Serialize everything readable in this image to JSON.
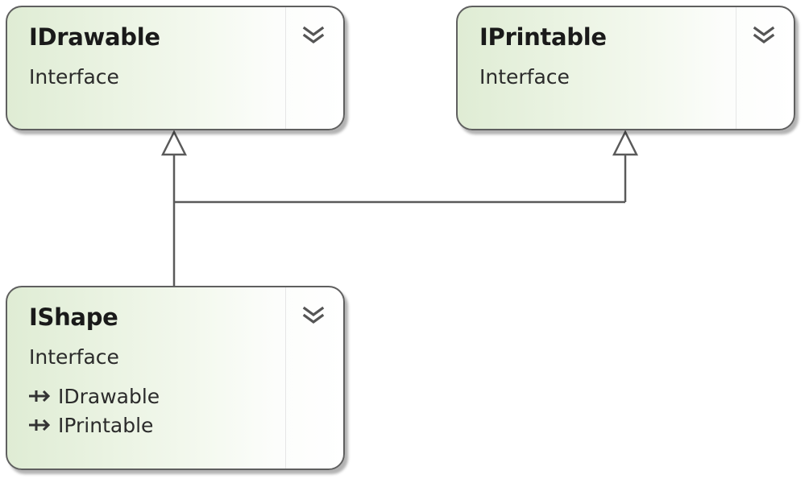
{
  "diagram": {
    "boxes": {
      "idrawable": {
        "title": "IDrawable",
        "stereotype": "Interface",
        "icon": "double-chevron-down-icon"
      },
      "iprintable": {
        "title": "IPrintable",
        "stereotype": "Interface",
        "icon": "double-chevron-down-icon"
      },
      "ishape": {
        "title": "IShape",
        "stereotype": "Interface",
        "icon": "double-chevron-down-icon",
        "implements": [
          {
            "label": "IDrawable",
            "icon": "interface-arrow-icon"
          },
          {
            "label": "IPrintable",
            "icon": "interface-arrow-icon"
          }
        ]
      }
    },
    "relationships": [
      {
        "from": "IShape",
        "to": "IDrawable",
        "kind": "inheritance"
      },
      {
        "from": "IShape",
        "to": "IPrintable",
        "kind": "inheritance"
      }
    ],
    "colors": {
      "border": "#5f5f5f",
      "gradient_start": "#dfecd4",
      "connector": "#5a5a5a"
    }
  }
}
